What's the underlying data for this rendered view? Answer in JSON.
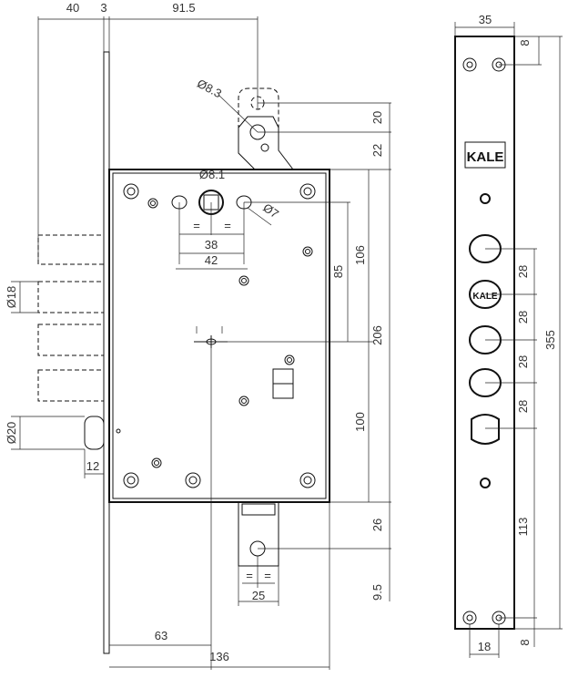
{
  "title": "Mortise lock technical drawing",
  "brand": "KALE",
  "dimensions": {
    "bolt_throw": "40",
    "plate_thickness": "3",
    "backset": "91.5",
    "hinge_hole_dia": "Ø8.3",
    "hinge_upper": "20",
    "hinge_lower": "22",
    "spindle_dia": "Ø8.1",
    "screw_hole_dia": "Ø7",
    "hole_spacing_38": "38",
    "hole_spacing_42": "42",
    "equal": "=",
    "d85": "85",
    "d106": "106",
    "d206": "206",
    "d100": "100",
    "bolt_dia": "Ø18",
    "latch_dia": "Ø20",
    "latch_throw": "12",
    "bottom_26": "26",
    "bottom_9_5": "9.5",
    "bottom_25": "25",
    "d63": "63",
    "d136": "136",
    "face_width": "35",
    "face_top": "8",
    "pitch": [
      "28",
      "28",
      "28",
      "28"
    ],
    "face_length": "355",
    "face_113": "113",
    "face_18": "18",
    "face_bottom": "8"
  }
}
